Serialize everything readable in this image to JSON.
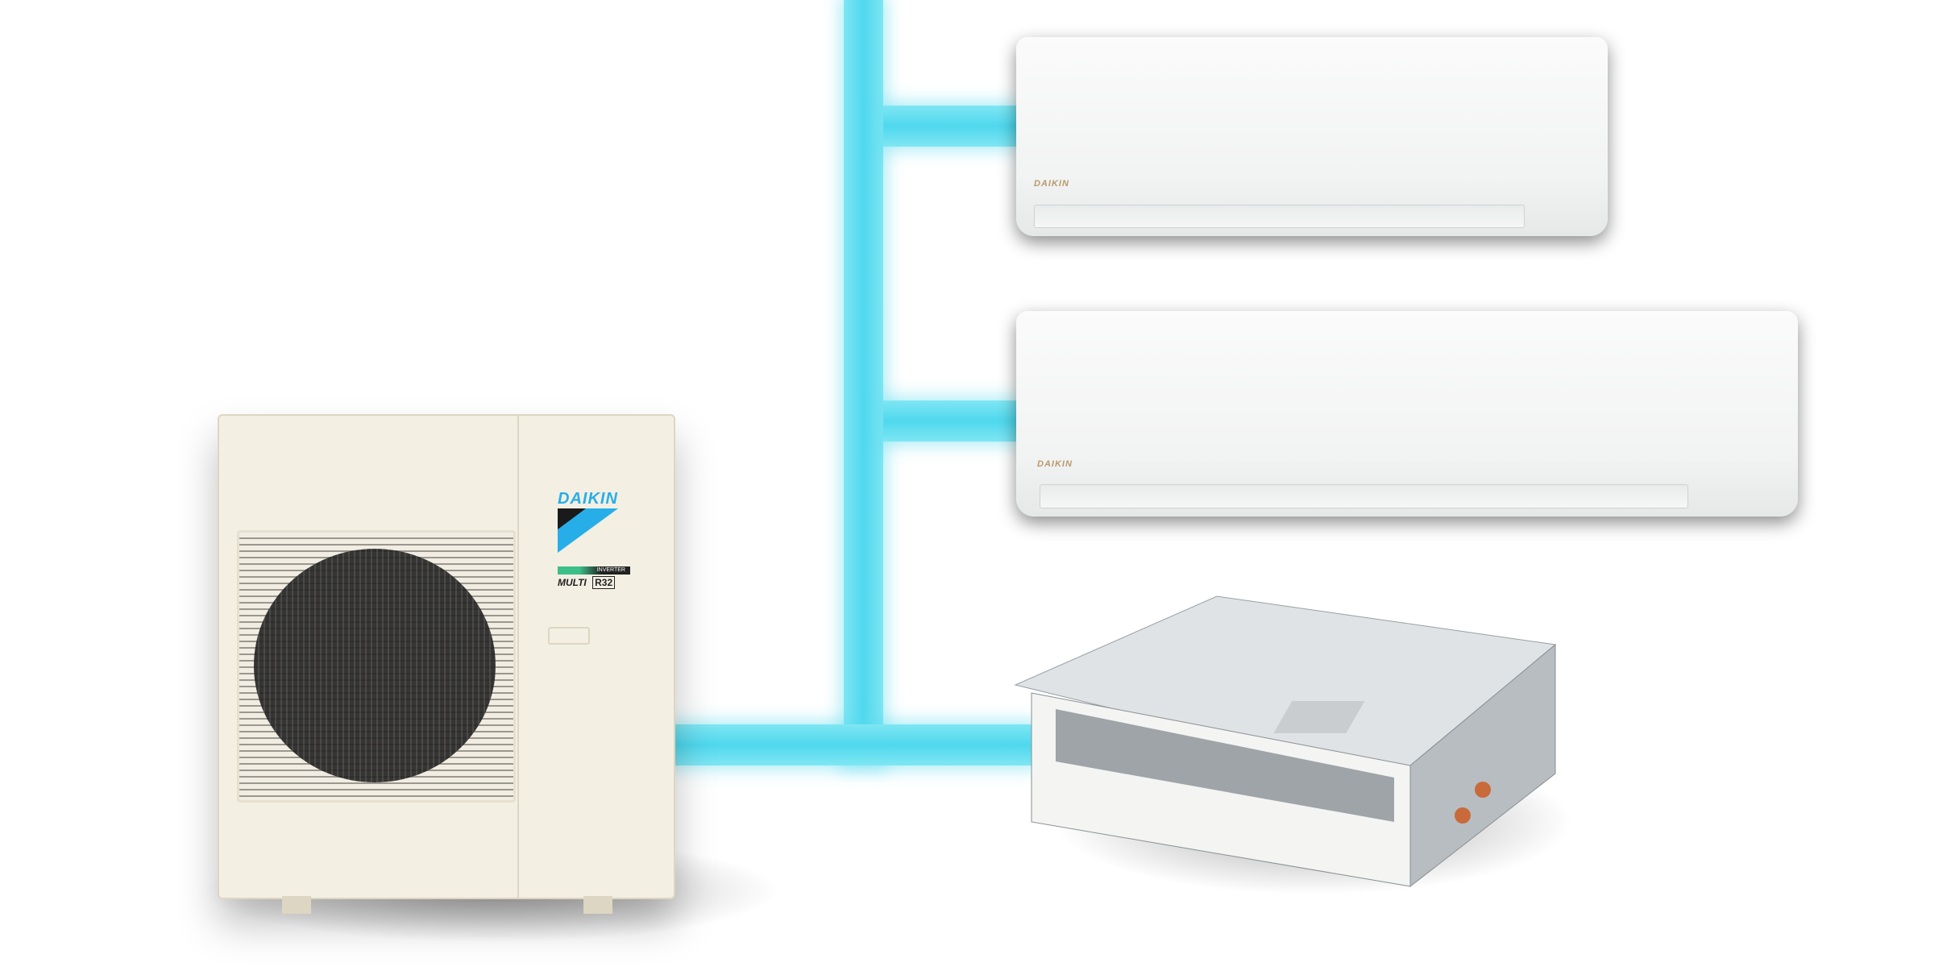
{
  "outdoor_unit": {
    "brand": "DAIKIN",
    "badge": "INVERTER",
    "model_label": "MULTI",
    "refrigerant": "R32",
    "logo_colors": {
      "blue": "#27aee8",
      "black": "#1a1a1a",
      "green": "#3dbf8a"
    }
  },
  "indoor_units": [
    {
      "type": "wall-mounted",
      "brand": "DAIKIN"
    },
    {
      "type": "wall-mounted",
      "brand": "DAIKIN"
    },
    {
      "type": "ducted-concealed"
    }
  ],
  "pipe_color": "#4fd8ee"
}
